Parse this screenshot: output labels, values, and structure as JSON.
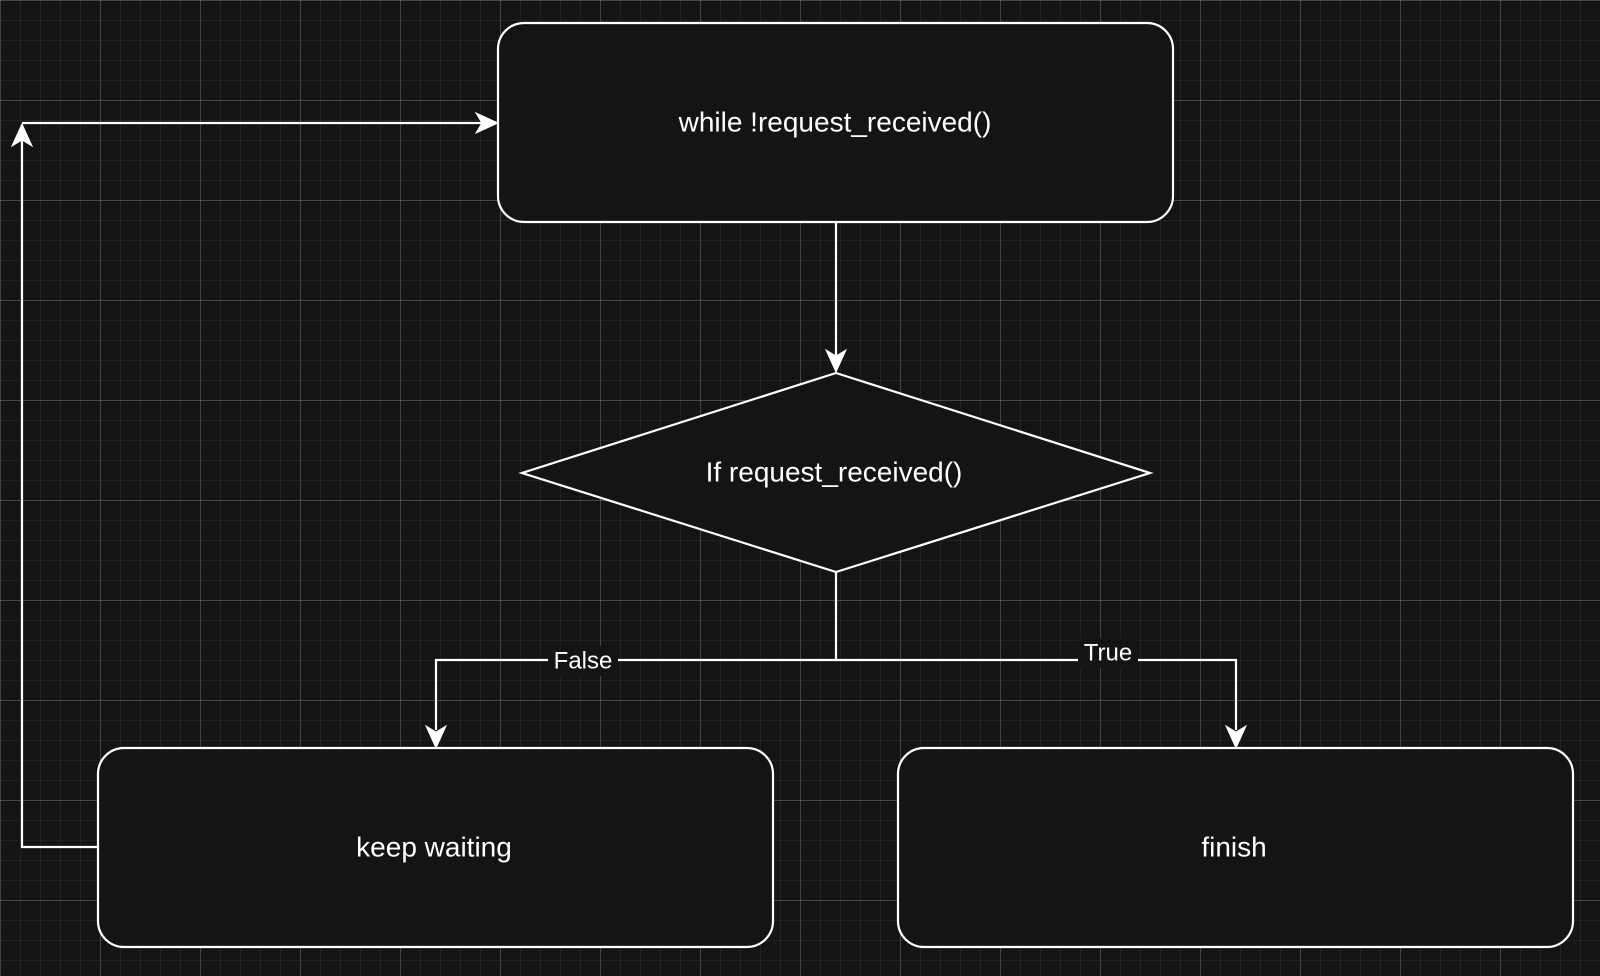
{
  "diagram": {
    "nodes": {
      "while_loop": {
        "label": "while !request_received()"
      },
      "decision": {
        "label": "If request_received()"
      },
      "keep_waiting": {
        "label": "keep waiting"
      },
      "finish": {
        "label": "finish"
      }
    },
    "edges": {
      "false_branch": {
        "label": "False"
      },
      "true_branch": {
        "label": "True"
      }
    }
  },
  "colors": {
    "background": "#141414",
    "stroke": "#ffffff",
    "text": "#ffffff"
  }
}
